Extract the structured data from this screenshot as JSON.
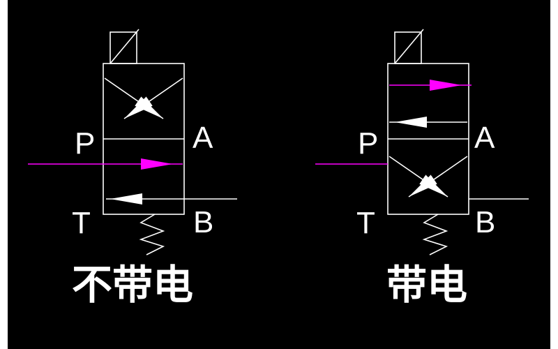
{
  "colors": {
    "background": "#000000",
    "line": "#ffffff",
    "flow_highlight": "#ff00ff",
    "text": "#ffffff",
    "edge_strips": "#ffffff"
  },
  "left_valve": {
    "caption": "不带电",
    "ports": {
      "p": "P",
      "a": "A",
      "t": "T",
      "b": "B"
    }
  },
  "right_valve": {
    "caption": "带电",
    "ports": {
      "p": "P",
      "a": "A",
      "t": "T",
      "b": "B"
    }
  }
}
